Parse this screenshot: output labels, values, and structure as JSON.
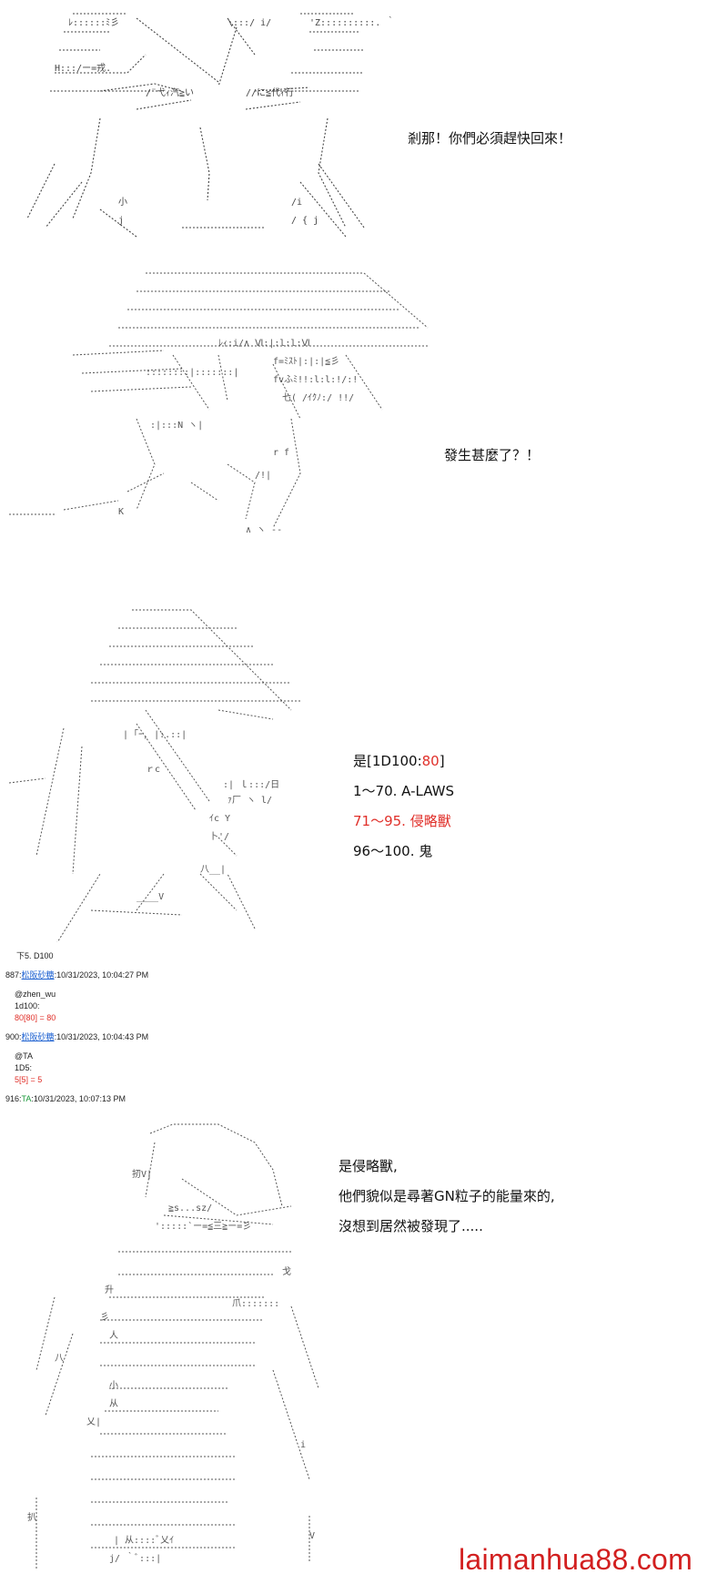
{
  "panels": [
    {
      "id": "panel1",
      "dialog": [
        "剎那！你們必須趕快回來！"
      ]
    },
    {
      "id": "panel2",
      "dialog": [
        "發生甚麼了？！"
      ]
    },
    {
      "id": "panel3",
      "roll_prefix": "是[1D100:",
      "roll_value": "80",
      "roll_suffix": "]",
      "options": [
        {
          "text": "1～70. A-LAWS",
          "highlight": false
        },
        {
          "text": "71～95. 侵略獸",
          "highlight": true
        },
        {
          "text": "96～100. 鬼",
          "highlight": false
        }
      ]
    },
    {
      "id": "panel4",
      "dialog": [
        "是侵略獸,",
        "他們貌似是尋著GN粒子的能量來的,",
        "沒想到居然被發現了....."
      ]
    }
  ],
  "forum": {
    "header": "下5. D100",
    "posts": [
      {
        "number": "887",
        "user": "松阪砂糖",
        "user_style": "link",
        "datetime": ":10/31/2023, 10:04:27 PM",
        "lines": [
          "@zhen_wu",
          "1d100:"
        ],
        "result": "80[80] = 80"
      },
      {
        "number": "900",
        "user": "松阪砂糖",
        "user_style": "link",
        "datetime": ":10/31/2023, 10:04:43 PM",
        "lines": [
          "@TA",
          "1D5:"
        ],
        "result": "5[5] = 5"
      },
      {
        "number": "916",
        "user": "TA",
        "user_style": "green",
        "datetime": ":10/31/2023, 10:07:13 PM",
        "lines": [],
        "result": ""
      }
    ]
  },
  "watermark": "laimanhua88.com",
  "colors": {
    "accent_red": "#e0302a",
    "link_blue": "#1a5fd0",
    "name_green": "#1a9a3a",
    "watermark_red": "#d21f1f"
  }
}
